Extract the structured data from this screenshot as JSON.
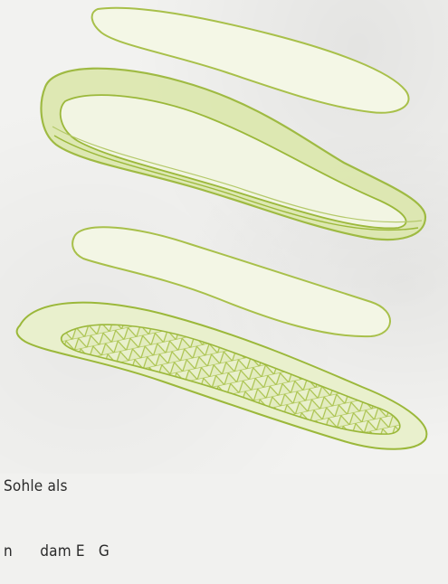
{
  "illustration": {
    "subject": "exploded view of shoe sole layers",
    "stroke_color": "#9bb83a",
    "fill_color": "#dfe9b8",
    "layers": [
      "top-insole-icon",
      "heel-cup-rim-icon",
      "mid-insole-icon",
      "textured-outsole-icon"
    ]
  },
  "caption": {
    "line1": "Sohle als",
    "line2": "n      dam E   G"
  }
}
